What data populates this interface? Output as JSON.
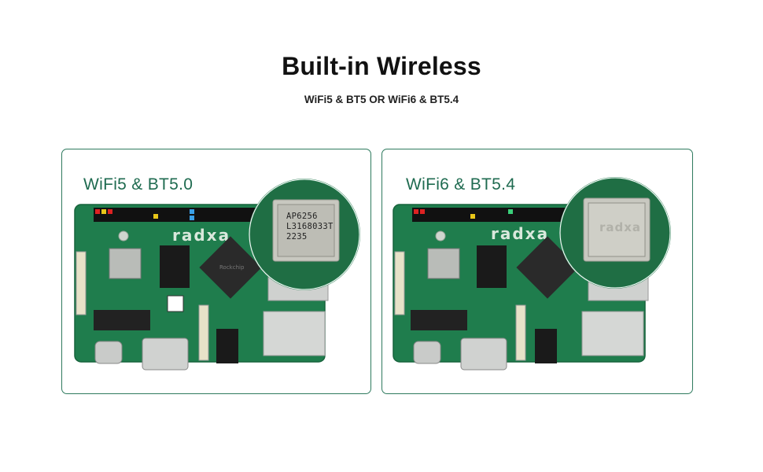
{
  "header": {
    "title": "Built-in Wireless",
    "subtitle": "WiFi5 & BT5 OR WiFi6 & BT5.4"
  },
  "cards": [
    {
      "label": "WiFi5 & BT5.0",
      "board_logo": "radxa",
      "chip_lines": [
        "AP6256",
        "L3168033T",
        "2235"
      ]
    },
    {
      "label": "WiFi6 & BT5.4",
      "board_logo": "radxa"
    }
  ],
  "colors": {
    "accent": "#2e7a5e",
    "label": "#1f6b50",
    "pcb": "#1d7a4c"
  }
}
